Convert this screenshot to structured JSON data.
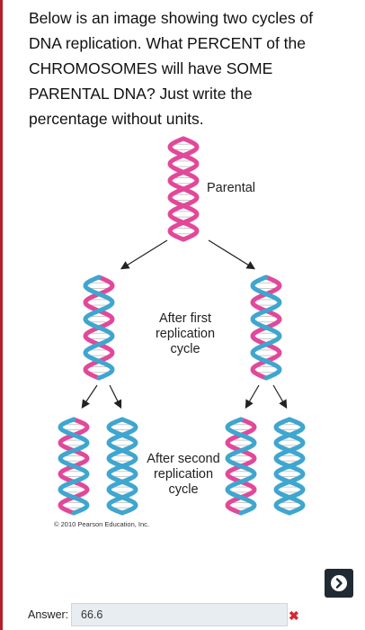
{
  "question": {
    "lines": [
      "Below is an image showing two cycles of",
      "DNA replication. What PERCENT of the",
      "CHROMOSOMES will have SOME",
      "PARENTAL DNA? Just write the",
      "percentage without units."
    ]
  },
  "figure": {
    "parental_label": "Parental",
    "first_cycle_label": [
      "After first",
      "replication",
      "cycle"
    ],
    "second_cycle_label": [
      "After second",
      "replication",
      "cycle"
    ],
    "copyright": "© 2010 Pearson Education, Inc."
  },
  "colors": {
    "parental_strand": "#e2489a",
    "new_strand": "#3fa6cf",
    "error": "#d9272e"
  },
  "answer": {
    "label": "Answer:",
    "value": "66.6",
    "status_icon": "wrong-x-icon"
  },
  "nav": {
    "next_icon": "chevron-right-icon"
  }
}
